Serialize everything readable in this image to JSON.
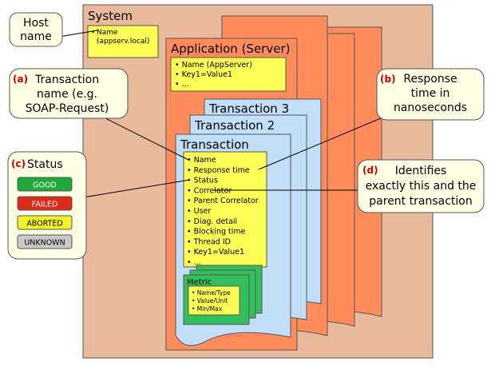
{
  "system": {
    "title": "System",
    "host_box": {
      "bullet": "Name",
      "value": "(appserv.local)"
    }
  },
  "application": {
    "title": "Application (Server)",
    "props": [
      "Name (AppServer)",
      "Key1=Value1",
      "..."
    ]
  },
  "transactions": {
    "back_title": "Transaction 3",
    "mid_title": "Transaction 2",
    "front_title": "Transaction",
    "fields": [
      "Name",
      "Response time",
      "Status",
      "Correlator",
      "Parent Correlator",
      "User",
      "Diag. detail",
      "Blocking time",
      "Thread ID",
      "Key1=Value1",
      "..."
    ]
  },
  "metric": {
    "title": "Metric",
    "fields": [
      "Name/Type",
      "Value/Unit",
      "Min/Max"
    ]
  },
  "callouts": {
    "host": {
      "line1": "Host",
      "line2": "name"
    },
    "a": {
      "tag": "(a)",
      "line1": "Transaction",
      "line2": "name (e.g.",
      "line3": "SOAP-Request)"
    },
    "b": {
      "tag": "(b)",
      "line1": "Response",
      "line2": "time in",
      "line3": "nanoseconds"
    },
    "c": {
      "tag": "(c)",
      "title": "Status"
    },
    "d": {
      "tag": "(d)",
      "line1": "Identifies",
      "line2": "exactly this and the",
      "line3": "parent transaction"
    }
  },
  "status_badges": [
    {
      "label": "GOOD",
      "color": "#22a83a",
      "text_color": "#ffffff"
    },
    {
      "label": "FAILED",
      "color": "#dd2a1a",
      "text_color": "#ffffff"
    },
    {
      "label": "ABORTED",
      "color": "#f3f32a",
      "text_color": "#000000"
    },
    {
      "label": "UNKNOWN",
      "color": "#c9c9c9",
      "text_color": "#000000"
    }
  ],
  "colors": {
    "system_fill": "#e8b99a",
    "app_fill": "#ff8c5a",
    "txn_fill": "#c2def8",
    "note_fill": "#ffff55",
    "callout_fill": "#ffffe6",
    "metric_fill": "#33c05a",
    "tag_color": "#cc0000"
  }
}
